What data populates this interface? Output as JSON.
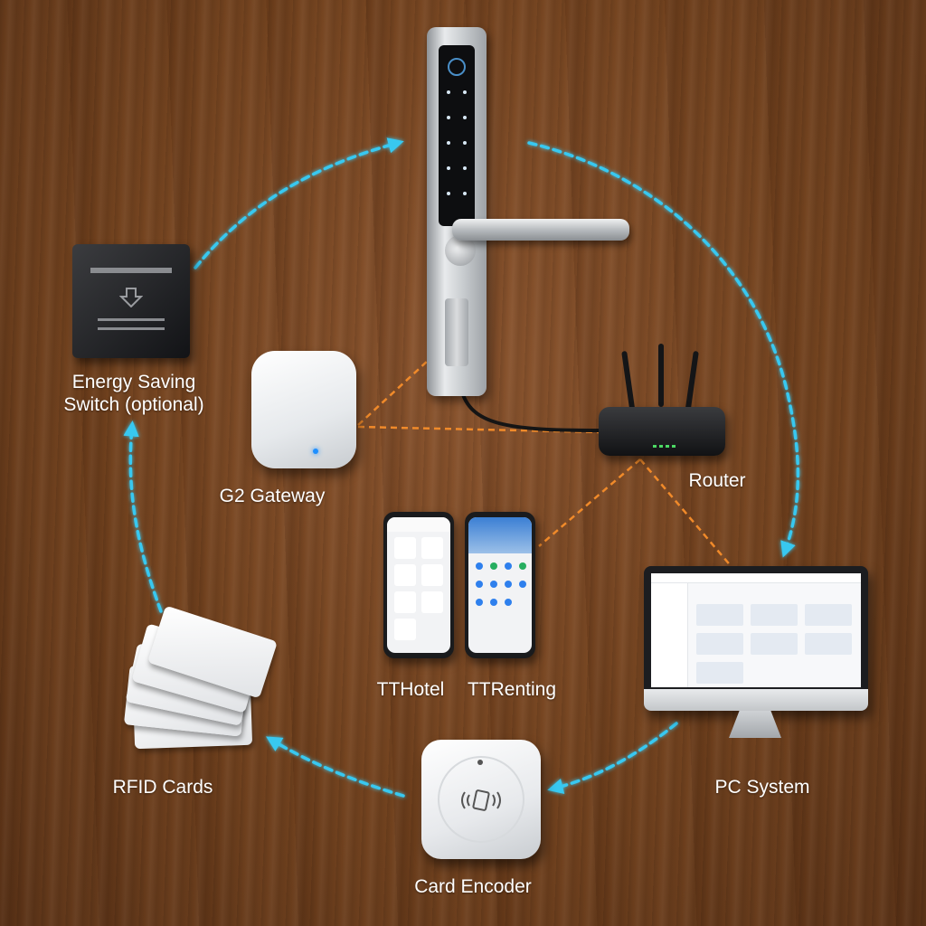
{
  "diagram": {
    "nodes": [
      {
        "id": "smart-lock",
        "label": ""
      },
      {
        "id": "energy-switch",
        "label": "Energy Saving\nSwitch (optional)"
      },
      {
        "id": "g2-gateway",
        "label": "G2 Gateway"
      },
      {
        "id": "router",
        "label": "Router"
      },
      {
        "id": "tthotel",
        "label": "TTHotel"
      },
      {
        "id": "ttrenting",
        "label": "TTRenting"
      },
      {
        "id": "pc-system",
        "label": "PC System"
      },
      {
        "id": "rfid-cards",
        "label": "RFID Cards"
      },
      {
        "id": "card-encoder",
        "label": "Card Encoder"
      }
    ],
    "edges": [
      {
        "from": "smart-lock",
        "to": "pc-system",
        "style": "dashed-blue-arrow"
      },
      {
        "from": "pc-system",
        "to": "card-encoder",
        "style": "dashed-blue-arrow"
      },
      {
        "from": "card-encoder",
        "to": "rfid-cards",
        "style": "dashed-blue-arrow"
      },
      {
        "from": "rfid-cards",
        "to": "energy-switch",
        "style": "dashed-blue-arrow"
      },
      {
        "from": "energy-switch",
        "to": "smart-lock",
        "style": "dashed-blue-arrow"
      },
      {
        "from": "g2-gateway",
        "to": "smart-lock",
        "style": "dashed-orange"
      },
      {
        "from": "g2-gateway",
        "to": "router",
        "style": "dashed-orange"
      },
      {
        "from": "router",
        "to": "ttrenting",
        "style": "dashed-orange"
      },
      {
        "from": "router",
        "to": "pc-system",
        "style": "dashed-orange"
      }
    ],
    "colors": {
      "flow": "#38c8f0",
      "network": "#f08a2a",
      "label": "#ffffff",
      "wood": "#7a4a2a"
    }
  }
}
